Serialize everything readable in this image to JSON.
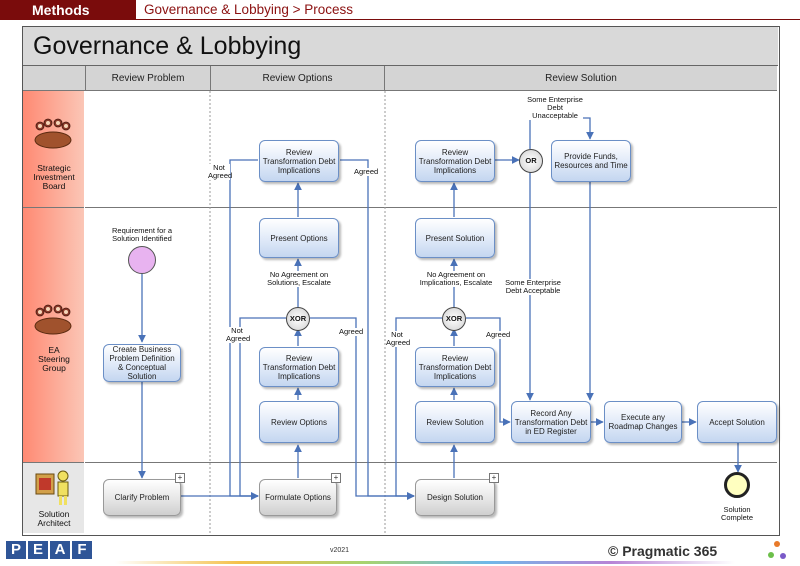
{
  "header": {
    "section": "Methods",
    "breadcrumb": "Governance & Lobbying > Process"
  },
  "diagram": {
    "title": "Governance & Lobbying",
    "columns": [
      "Review Problem",
      "Review Options",
      "Review Solution"
    ],
    "lanes": [
      {
        "label": "Strategic Investment Board"
      },
      {
        "label": "EA Steering Group"
      },
      {
        "label": "Solution Architect"
      }
    ],
    "tasks": {
      "review_debt_options": "Review Transformation Debt Implications",
      "present_options": "Present Options",
      "review_debt_options_esg": "Review Transformation Debt Implications",
      "review_options": "Review Options",
      "create_business_problem": "Create Business Problem Definition & Conceptual Solution",
      "review_debt_solution": "Review Transformation Debt Implications",
      "provide_funds": "Provide Funds, Resources and Time",
      "present_solution": "Present Solution",
      "review_debt_solution_esg": "Review Transformation Debt Implications",
      "review_solution": "Review Solution",
      "record_debt": "Record Any Transformation Debt in ED Register",
      "execute_roadmap": "Execute any Roadmap Changes",
      "accept_solution": "Accept Solution",
      "clarify_problem": "Clarify Problem",
      "formulate_options": "Formulate Options",
      "design_solution": "Design Solution"
    },
    "events": {
      "start": "Requirement for a Solution Identified",
      "end": "Solution Complete"
    },
    "gateways": {
      "xor": "XOR",
      "or": "OR"
    },
    "labels": {
      "not_agreed": "Not Agreed",
      "agreed": "Agreed",
      "no_agreement_solutions": "No Agreement on Solutions, Escalate",
      "no_agreement_implications": "No Agreement on Implications, Escalate",
      "some_debt_unacceptable": "Some Enterprise Debt Unacceptable",
      "some_debt_acceptable": "Some Enterprise Debt Acceptable"
    }
  },
  "footer": {
    "logo": "PEAF",
    "version": "v2021",
    "brand": "© Pragmatic 365"
  },
  "colors": {
    "header_bar": "#7a0c0c",
    "task_border": "#6b8fc6",
    "lane_header": "#ff8a73",
    "start_event": "#e8b3f0",
    "end_event": "#ffffc0"
  }
}
